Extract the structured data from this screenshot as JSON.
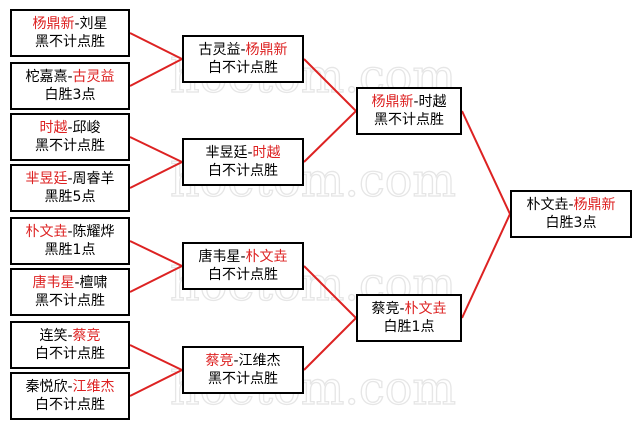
{
  "watermark": "hoetom.com",
  "colors": {
    "line": "#dd2222",
    "winner": "#dd2222",
    "text": "#000000",
    "border": "#000000"
  },
  "matches": {
    "r1m1": {
      "players": [
        "杨鼎新",
        "刘星"
      ],
      "winner": 0,
      "result": "黑不计点胜"
    },
    "r1m2": {
      "players": [
        "柁嘉熹",
        "古灵益"
      ],
      "winner": 1,
      "result": "白胜3点"
    },
    "r1m3": {
      "players": [
        "时越",
        "邱峻"
      ],
      "winner": 0,
      "result": "黑不计点胜"
    },
    "r1m4": {
      "players": [
        "芈昱廷",
        "周睿羊"
      ],
      "winner": 0,
      "result": "黑胜5点"
    },
    "r1m5": {
      "players": [
        "朴文垚",
        "陈耀烨"
      ],
      "winner": 0,
      "result": "黑胜1点"
    },
    "r1m6": {
      "players": [
        "唐韦星",
        "檀啸"
      ],
      "winner": 0,
      "result": "黑不计点胜"
    },
    "r1m7": {
      "players": [
        "连笑",
        "蔡竞"
      ],
      "winner": 1,
      "result": "白不计点胜"
    },
    "r1m8": {
      "players": [
        "秦悦欣",
        "江维杰"
      ],
      "winner": 1,
      "result": "白不计点胜"
    },
    "r2m1": {
      "players": [
        "古灵益",
        "杨鼎新"
      ],
      "winner": 1,
      "result": "白不计点胜"
    },
    "r2m2": {
      "players": [
        "芈昱廷",
        "时越"
      ],
      "winner": 1,
      "result": "白不计点胜"
    },
    "r2m3": {
      "players": [
        "唐韦星",
        "朴文垚"
      ],
      "winner": 1,
      "result": "白不计点胜"
    },
    "r2m4": {
      "players": [
        "蔡竞",
        "江维杰"
      ],
      "winner": 0,
      "result": "黑不计点胜"
    },
    "r3m1": {
      "players": [
        "杨鼎新",
        "时越"
      ],
      "winner": 0,
      "result": "黑不计点胜"
    },
    "r3m2": {
      "players": [
        "蔡竞",
        "朴文垚"
      ],
      "winner": 1,
      "result": "白胜1点"
    },
    "final": {
      "players": [
        "朴文垚",
        "杨鼎新"
      ],
      "winner": 1,
      "result": "白胜3点"
    }
  }
}
